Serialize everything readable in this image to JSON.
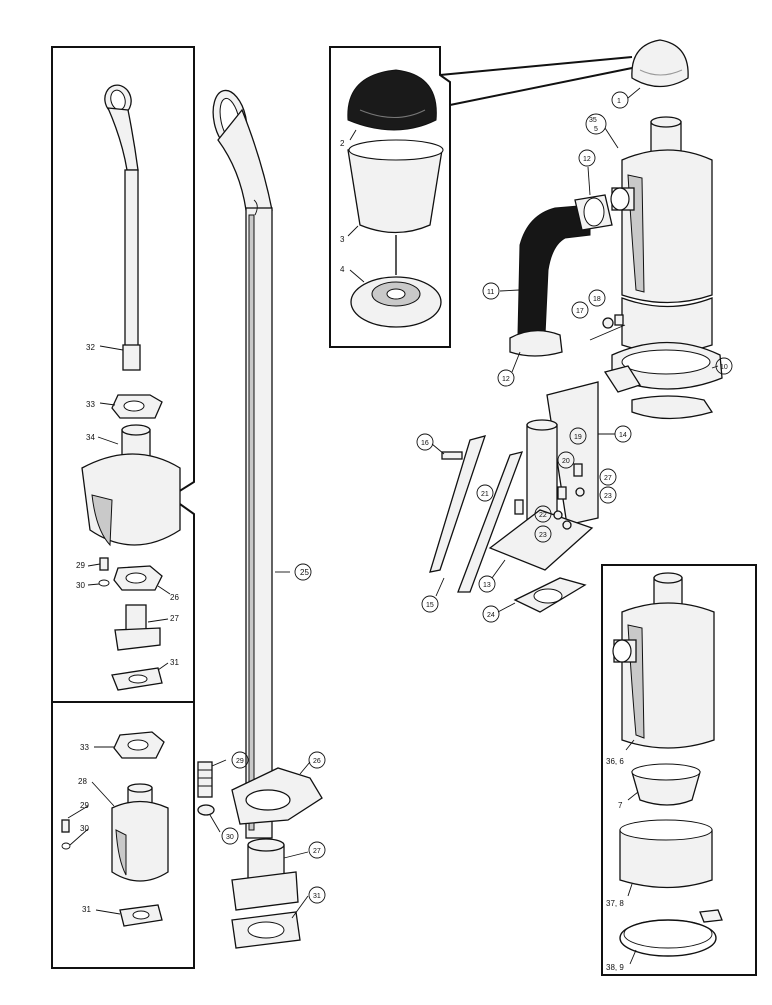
{
  "callouts": {
    "c1": "1",
    "c2": "2",
    "c3": "3",
    "c4": "4",
    "c35_5": "35",
    "c5": "5",
    "c12a": "12",
    "c11": "11",
    "c18": "18",
    "c17": "17",
    "c12b": "12",
    "c10": "10",
    "c16": "16",
    "c14": "14",
    "c19": "19",
    "c20": "20",
    "c27a": "27",
    "c21": "21",
    "c22": "22",
    "c23a": "23",
    "c23b": "23",
    "c13": "13",
    "c15": "15",
    "c24": "24",
    "c32": "32",
    "c33a": "33",
    "c34": "34",
    "c29a": "29",
    "c30a": "30",
    "c26a": "26",
    "c27b": "27",
    "c31a": "31",
    "c25": "25",
    "c33b": "33",
    "c28": "28",
    "c29b": "29",
    "c30b": "30",
    "c31b": "31",
    "c29c": "29",
    "c26b": "26",
    "c30c": "30",
    "c27c": "27",
    "c31c": "31",
    "c36_6": "36, 6",
    "c7": "7",
    "c37_8": "37, 8",
    "c38_9": "38, 9"
  }
}
